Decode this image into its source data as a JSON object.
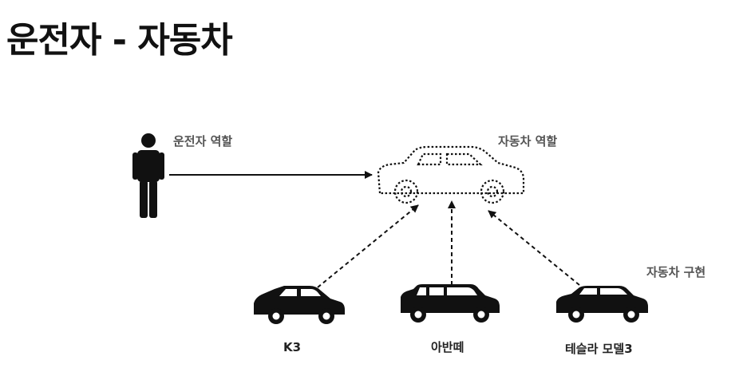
{
  "title": "운전자 - 자동차",
  "labels": {
    "driver_role": "운전자 역할",
    "car_role": "자동차 역할",
    "car_impl": "자동차 구현"
  },
  "implementations": [
    "K3",
    "아반떼",
    "테슬라 모델3"
  ],
  "colors": {
    "ink": "#111111",
    "label_gray": "#555555"
  }
}
